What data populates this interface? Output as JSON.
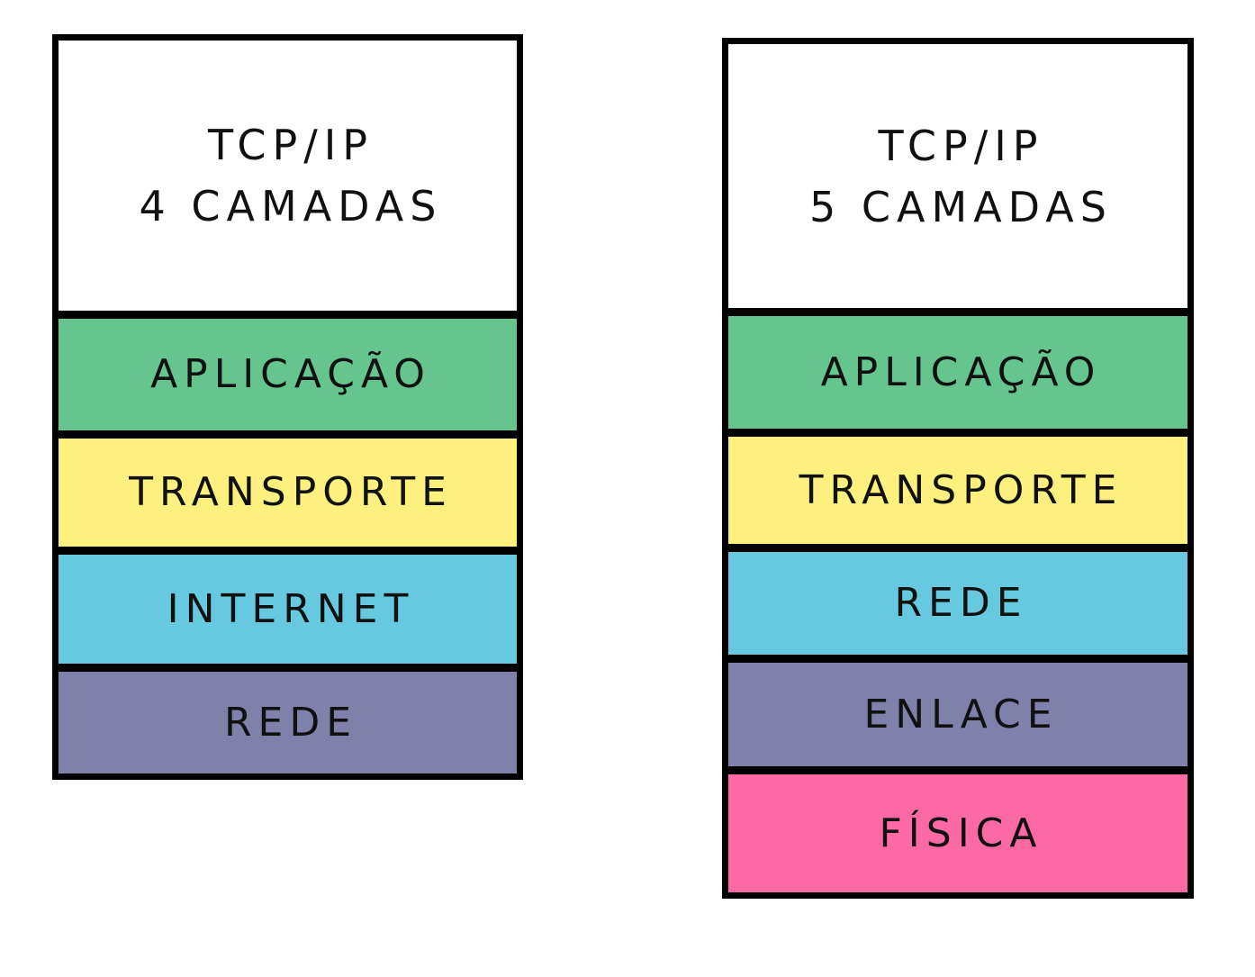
{
  "diagrams": [
    {
      "title_line1": "TCP/IP",
      "title_line2": "4 CAMADAS",
      "layers": [
        {
          "label": "APLICAÇÃO",
          "color": "#66C48F"
        },
        {
          "label": "TRANSPORTE",
          "color": "#FDF07E"
        },
        {
          "label": "INTERNET",
          "color": "#66C9DF"
        },
        {
          "label": "REDE",
          "color": "#7F81AA"
        }
      ]
    },
    {
      "title_line1": "TCP/IP",
      "title_line2": "5 CAMADAS",
      "layers": [
        {
          "label": "APLICAÇÃO",
          "color": "#66C48F"
        },
        {
          "label": "TRANSPORTE",
          "color": "#FDF07E"
        },
        {
          "label": "REDE",
          "color": "#66C9DF"
        },
        {
          "label": "ENLACE",
          "color": "#7F81AA"
        },
        {
          "label": "FÍSICA",
          "color": "#FD69A5"
        }
      ]
    }
  ]
}
